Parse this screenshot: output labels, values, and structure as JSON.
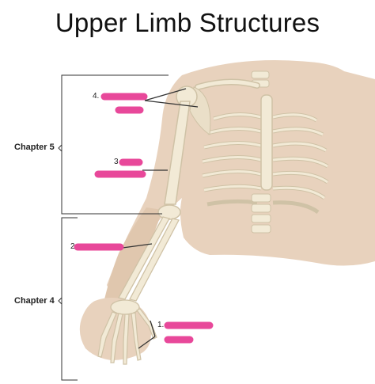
{
  "title": "Upper Limb Structures",
  "chapters": [
    {
      "label": "Chapter 5"
    },
    {
      "label": "Chapter 4"
    }
  ],
  "labels": [
    {
      "number": "4."
    },
    {
      "number": "3"
    },
    {
      "number": "2"
    },
    {
      "number": "1."
    }
  ],
  "colors": {
    "skin": "#e8d2bd",
    "bone": "#f2ead6",
    "bone_shadow": "#cfc2a6",
    "redaction": "#e8489a",
    "bracket": "#333333",
    "leader": "#333333"
  }
}
